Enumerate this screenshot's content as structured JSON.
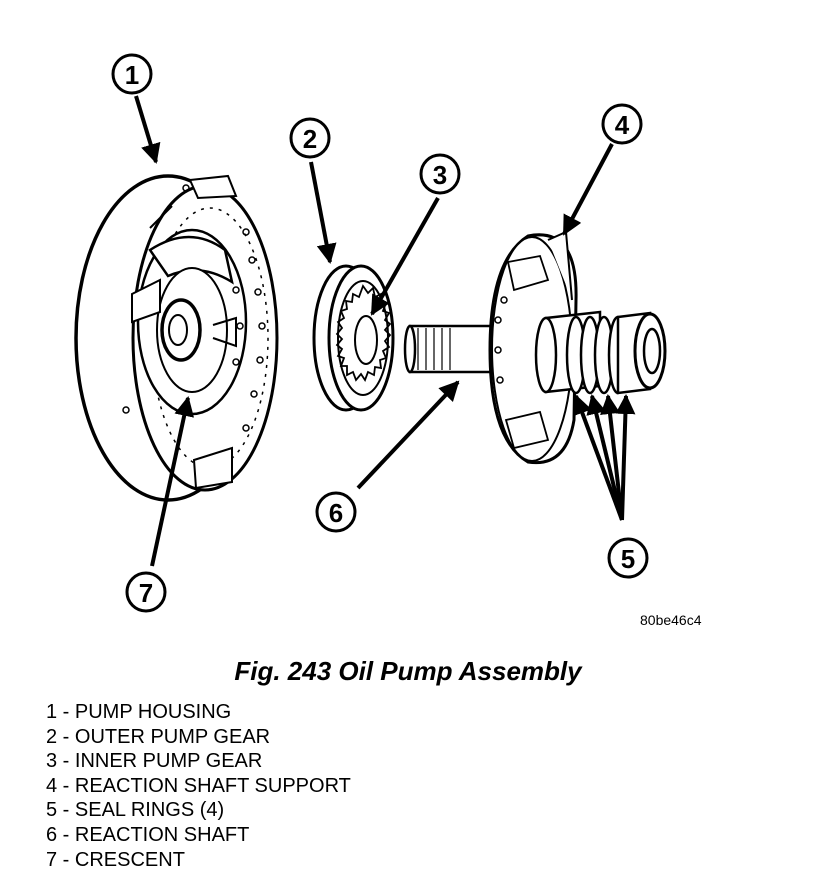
{
  "callouts": [
    "1",
    "2",
    "3",
    "4",
    "5",
    "6",
    "7"
  ],
  "image_code": "80be46c4",
  "caption": "Fig. 243 Oil Pump Assembly",
  "legend": [
    "1 - PUMP HOUSING",
    "2 - OUTER PUMP GEAR",
    "3 - INNER PUMP GEAR",
    "4 - REACTION SHAFT SUPPORT",
    "5 - SEAL RINGS (4)",
    "6 - REACTION SHAFT",
    "7 - CRESCENT"
  ]
}
